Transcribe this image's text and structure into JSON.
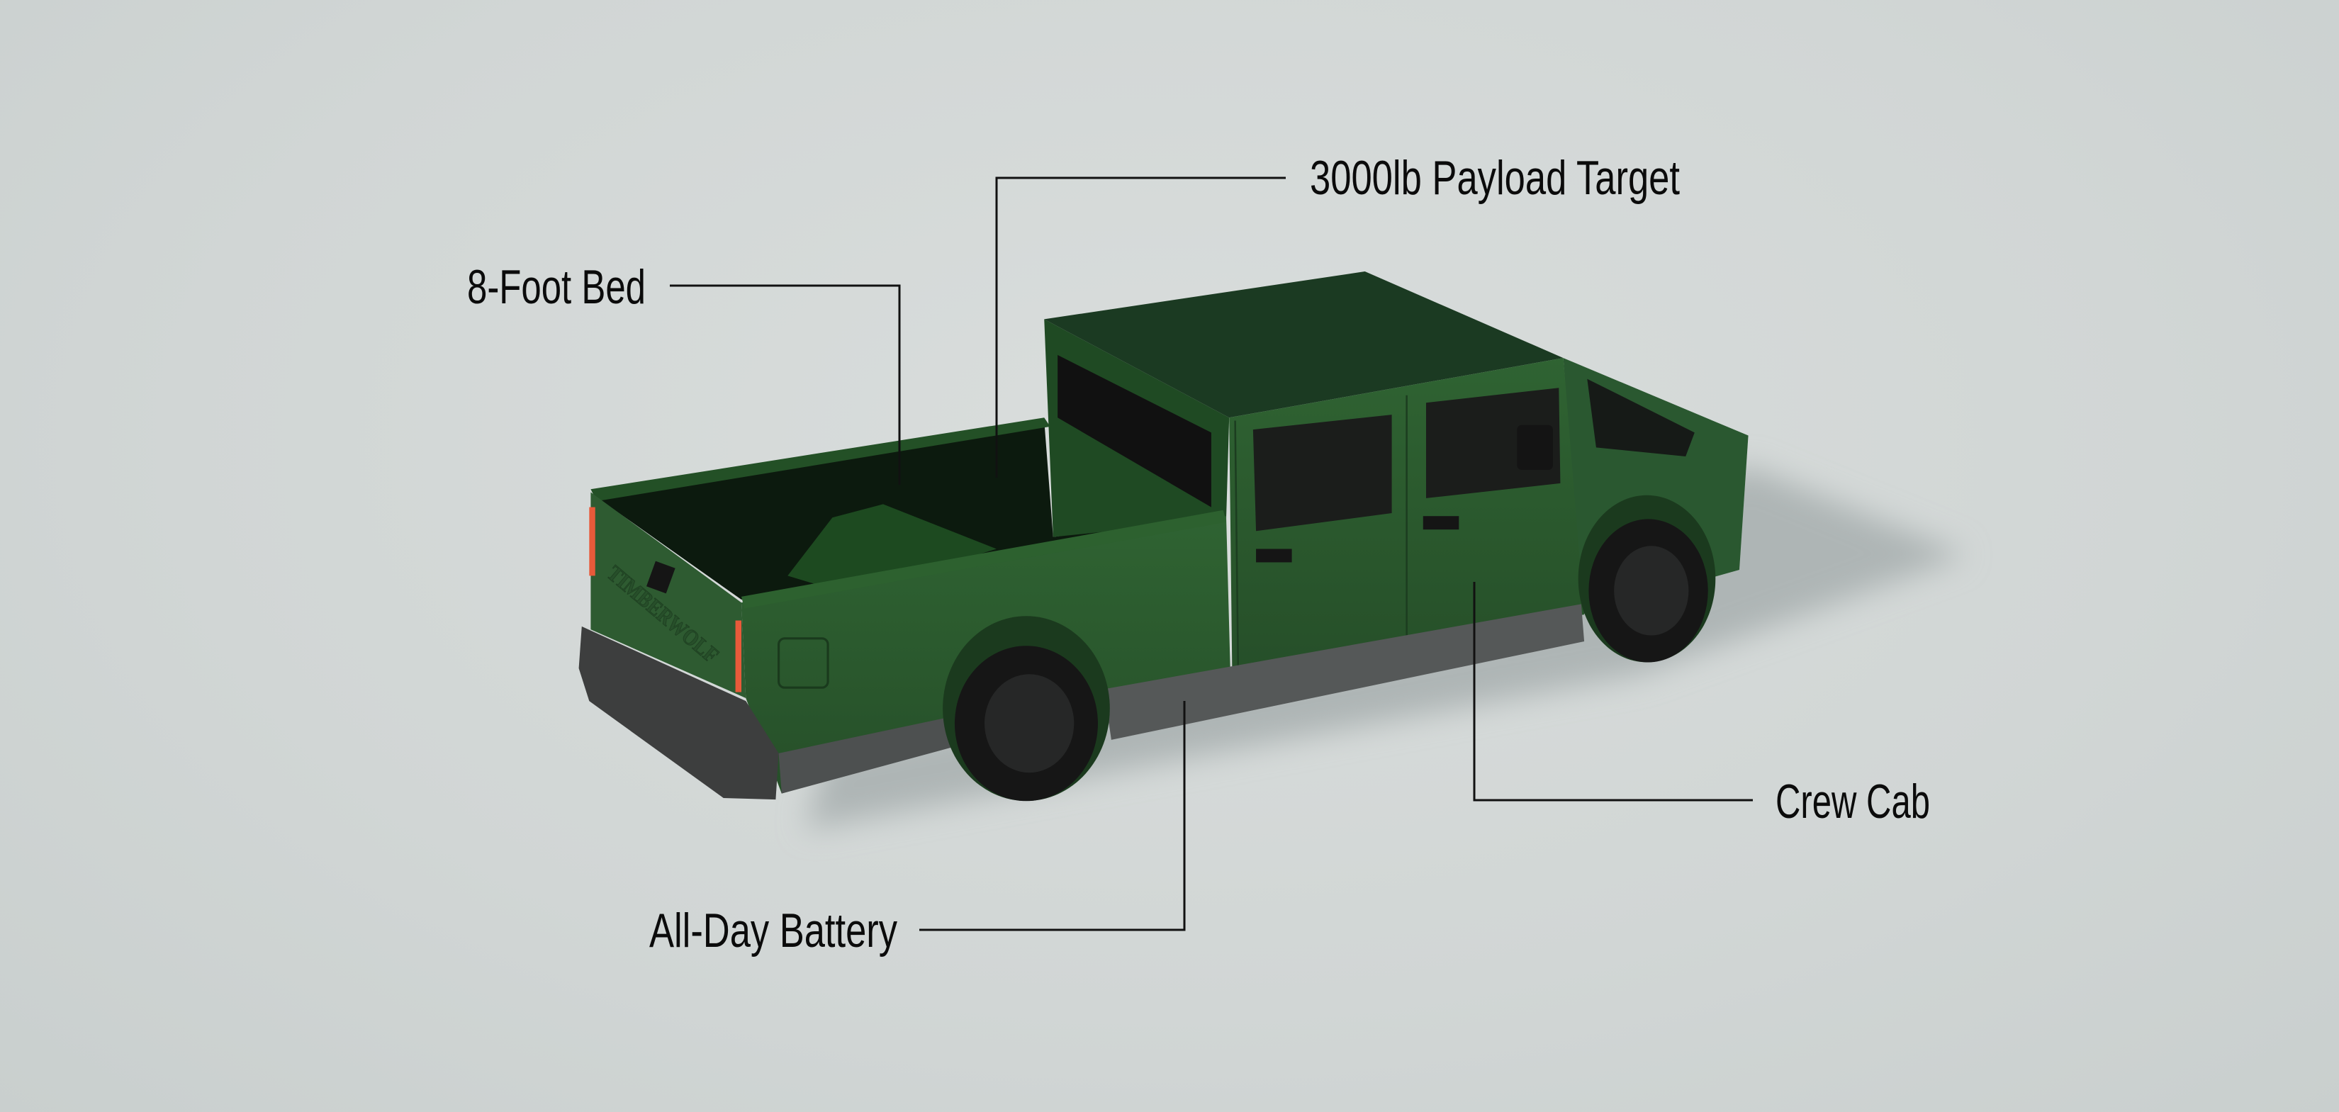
{
  "callouts": {
    "payload": "3000lb Payload Target",
    "bed": "8-Foot Bed",
    "cab": "Crew Cab",
    "battery": "All-Day Battery"
  },
  "vehicle": {
    "body_color": "#2b5a2e",
    "tailgate_logo_text": "TIMBERWOLF",
    "badge_icon": "wolf-head-icon"
  }
}
